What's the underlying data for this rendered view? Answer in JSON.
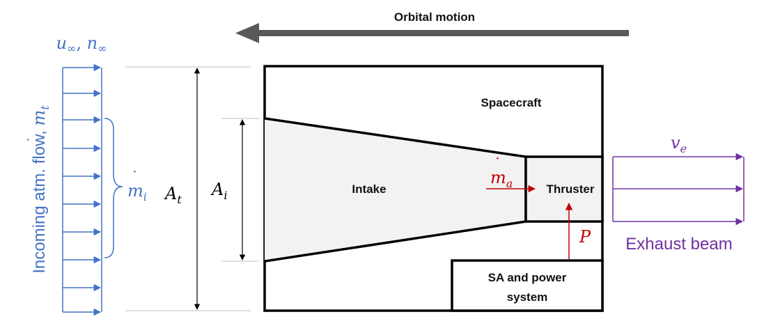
{
  "labels": {
    "orbital_motion": "Orbital motion",
    "spacecraft": "Spacecraft",
    "intake": "Intake",
    "thruster": "Thruster",
    "sa_line1": "SA and power",
    "sa_line2": "system",
    "exhaust_beam": "Exhaust beam",
    "incoming_flow": "Incoming atm. flow, ",
    "u_sym": "u",
    "n_sym": "n",
    "inf_sub": "∞",
    "comma": ", ",
    "m_sym": "m",
    "m_dot": "˙",
    "sub_t": "t",
    "sub_i": "i",
    "sub_a": "a",
    "sub_e": "e",
    "A_sym": "A",
    "v_sym": "v",
    "P_sym": "P"
  },
  "colors": {
    "blue": "#4472c4",
    "red": "#c00000",
    "purple": "#7030a0",
    "gray_arrow": "#595959",
    "fill": "#f2f2f2",
    "black": "#000000",
    "guide": "#bfbfbf"
  }
}
